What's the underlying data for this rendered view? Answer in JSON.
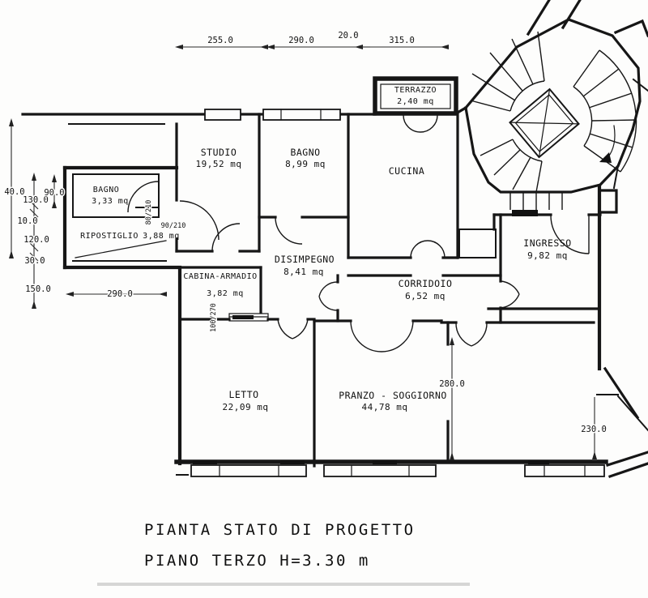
{
  "document": {
    "kind": "architectural floor plan (scanned drawing)",
    "title_line1": "PIANTA STATO DI PROGETTO",
    "title_line2": "PIANO TERZO H=3.30 m"
  },
  "rooms": {
    "terrazzo": {
      "name": "TERRAZZO",
      "area": "2,40 mq"
    },
    "studio": {
      "name": "STUDIO",
      "area": "19,52 mq"
    },
    "bagno_grande": {
      "name": "BAGNO",
      "area": "8,99 mq"
    },
    "cucina": {
      "name": "CUCINA"
    },
    "bagno_piccolo": {
      "name": "BAGNO",
      "area": "3,33 mq"
    },
    "ripostiglio": {
      "name": "RIPOSTIGLIO",
      "area": "3,88 mq"
    },
    "cabina_armadio": {
      "name": "CABINA-ARMADIO",
      "area": "3,82 mq"
    },
    "disimpegno": {
      "name": "DISIMPEGNO",
      "area": "8,41 mq"
    },
    "corridoio": {
      "name": "CORRIDOIO",
      "area": "6,52 mq"
    },
    "ingresso": {
      "name": "INGRESSO",
      "area": "9,82 mq"
    },
    "letto": {
      "name": "LETTO",
      "area": "22,09 mq"
    },
    "pranzo": {
      "name": "PRANZO - SOGGIORNO",
      "area": "44,78 mq"
    }
  },
  "dimensions": {
    "top": {
      "seg1": "255.0",
      "seg2": "290.0",
      "seg3": "20.0",
      "seg4": "315.0"
    },
    "left": {
      "total": "40.0",
      "c1": "130.0",
      "c2": "10.0",
      "c3": "120.0",
      "c4": "30.0",
      "c5": "150.0",
      "inner": "90.0"
    },
    "lower_left": "290.0",
    "right_mid": "280.0",
    "right_lower": "230.0",
    "doors": {
      "bagno_piccolo": "80/210",
      "ripostiglio": "90/210",
      "cabina": "100/270"
    }
  }
}
